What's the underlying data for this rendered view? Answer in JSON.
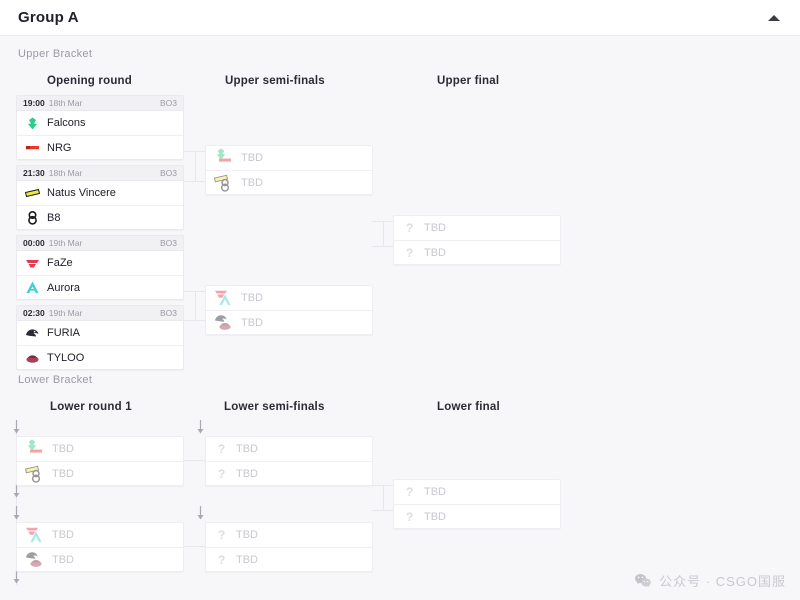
{
  "header": {
    "title": "Group A",
    "collapse_icon": "chevron-up-icon"
  },
  "upper_bracket": {
    "label": "Upper Bracket",
    "rounds": [
      {
        "title": "Opening round"
      },
      {
        "title": "Upper semi-finals"
      },
      {
        "title": "Upper final"
      }
    ],
    "opening_round": [
      {
        "time": "19:00",
        "date": "18th Mar",
        "format": "BO3",
        "teams": [
          {
            "name": "Falcons",
            "logo": "falcons-logo",
            "color": "#2ecc8f"
          },
          {
            "name": "NRG",
            "logo": "nrg-logo",
            "color": "#e8382f"
          }
        ]
      },
      {
        "time": "21:30",
        "date": "18th Mar",
        "format": "BO3",
        "teams": [
          {
            "name": "Natus Vincere",
            "logo": "navi-logo",
            "color": "#f2e63c"
          },
          {
            "name": "B8",
            "logo": "b8-logo",
            "color": "#1a1a1a"
          }
        ]
      },
      {
        "time": "00:00",
        "date": "19th Mar",
        "format": "BO3",
        "teams": [
          {
            "name": "FaZe",
            "logo": "faze-logo",
            "color": "#e8384f"
          },
          {
            "name": "Aurora",
            "logo": "aurora-logo",
            "color": "#3ecfd4"
          }
        ]
      },
      {
        "time": "02:30",
        "date": "19th Mar",
        "format": "BO3",
        "teams": [
          {
            "name": "FURIA",
            "logo": "furia-logo",
            "color": "#2b2b35"
          },
          {
            "name": "TYLOO",
            "logo": "tyloo-logo",
            "color": "#a8405a"
          }
        ]
      }
    ],
    "upper_semifinals": [
      {
        "teams": [
          {
            "name": "TBD",
            "logo": "falcons-nrg-stack"
          },
          {
            "name": "TBD",
            "logo": "navi-b8-stack"
          }
        ]
      },
      {
        "teams": [
          {
            "name": "TBD",
            "logo": "faze-aurora-stack"
          },
          {
            "name": "TBD",
            "logo": "furia-tyloo-stack"
          }
        ]
      }
    ],
    "upper_final": {
      "teams": [
        {
          "name": "TBD",
          "logo": "question-icon"
        },
        {
          "name": "TBD",
          "logo": "question-icon"
        }
      ]
    }
  },
  "lower_bracket": {
    "label": "Lower Bracket",
    "rounds": [
      {
        "title": "Lower round 1"
      },
      {
        "title": "Lower semi-finals"
      },
      {
        "title": "Lower final"
      }
    ],
    "lower_round_1": [
      {
        "teams": [
          {
            "name": "TBD",
            "logo": "falcons-nrg-stack"
          },
          {
            "name": "TBD",
            "logo": "navi-b8-stack"
          }
        ]
      },
      {
        "teams": [
          {
            "name": "TBD",
            "logo": "faze-aurora-stack"
          },
          {
            "name": "TBD",
            "logo": "furia-tyloo-stack"
          }
        ]
      }
    ],
    "lower_semifinals": [
      {
        "teams": [
          {
            "name": "TBD",
            "logo": "question-icon"
          },
          {
            "name": "TBD",
            "logo": "question-icon"
          }
        ]
      },
      {
        "teams": [
          {
            "name": "TBD",
            "logo": "question-icon"
          },
          {
            "name": "TBD",
            "logo": "question-icon"
          }
        ]
      }
    ],
    "lower_final": {
      "teams": [
        {
          "name": "TBD",
          "logo": "question-icon"
        },
        {
          "name": "TBD",
          "logo": "question-icon"
        }
      ]
    },
    "drop_arrow_icon": "arrow-down-icon"
  },
  "watermark": {
    "icon": "wechat-icon",
    "text": "公众号 · CSGO国服"
  },
  "colors": {
    "page_bg": "#f7f7f9",
    "card_bg": "#ffffff",
    "border": "#e9e9ee",
    "text": "#21212b",
    "muted": "#9a9aa6",
    "placeholder": "#c8c8d0"
  }
}
